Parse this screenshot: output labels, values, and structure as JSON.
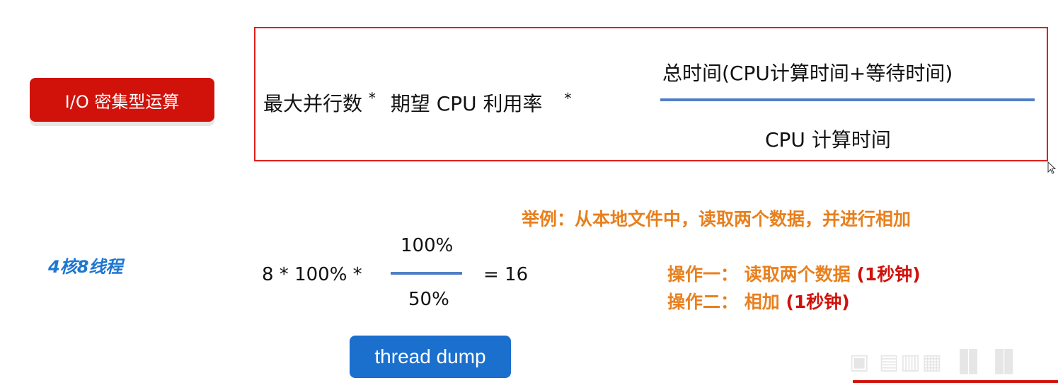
{
  "io_label": "I/O 密集型运算",
  "formula": {
    "left_text": "最大并行数",
    "star": "*",
    "middle_text": "期望 CPU 利用率",
    "numerator": "总时间(CPU计算时间+等待时间)",
    "denominator": "CPU 计算时间"
  },
  "example": {
    "title": "举例：从本地文件中，读取两个数据，并进行相加",
    "op1_label": "操作一：",
    "op1_text": "读取两个数据",
    "op1_time": "(1秒钟)",
    "op2_label": "操作二：",
    "op2_text": "相加",
    "op2_time": "(1秒钟)"
  },
  "cores": "4核8线程",
  "calculation": {
    "left": "8 * 100% *",
    "numerator": "100%",
    "denominator": "50%",
    "result": "= 16"
  },
  "thread_dump_label": "thread dump",
  "colors": {
    "red": "#d0120b",
    "blue": "#1b6fcd",
    "orange": "#e8801e",
    "line": "#4f7ec5"
  }
}
